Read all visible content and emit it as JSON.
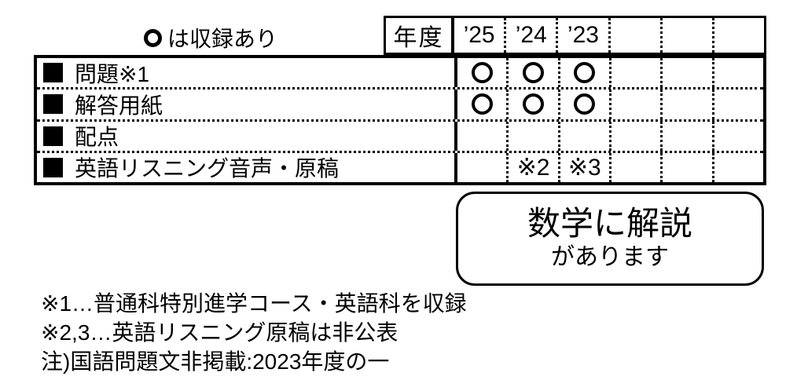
{
  "legend": {
    "symbol": "circle",
    "text": "は収録あり"
  },
  "table": {
    "corner_label": "年度",
    "year_columns": [
      "’25",
      "’24",
      "’23",
      "",
      "",
      ""
    ],
    "rows": [
      {
        "label": "問題※1",
        "cells": [
          "circle",
          "circle",
          "circle",
          "",
          "",
          ""
        ]
      },
      {
        "label": "解答用紙",
        "cells": [
          "circle",
          "circle",
          "circle",
          "",
          "",
          ""
        ]
      },
      {
        "label": "配点",
        "cells": [
          "",
          "",
          "",
          "",
          "",
          ""
        ]
      },
      {
        "label": "英語リスニング音声・原稿",
        "cells": [
          "",
          "※2",
          "※3",
          "",
          "",
          ""
        ]
      }
    ]
  },
  "callout": {
    "line1": "数学に解説",
    "line2": "があります"
  },
  "notes": [
    "※1…普通科特別進学コース・英語科を収録",
    "※2,3…英語リスニング原稿は非公表",
    "注)国語問題文非掲載:2023年度の一"
  ],
  "colors": {
    "ink": "#000000",
    "background": "#ffffff"
  }
}
